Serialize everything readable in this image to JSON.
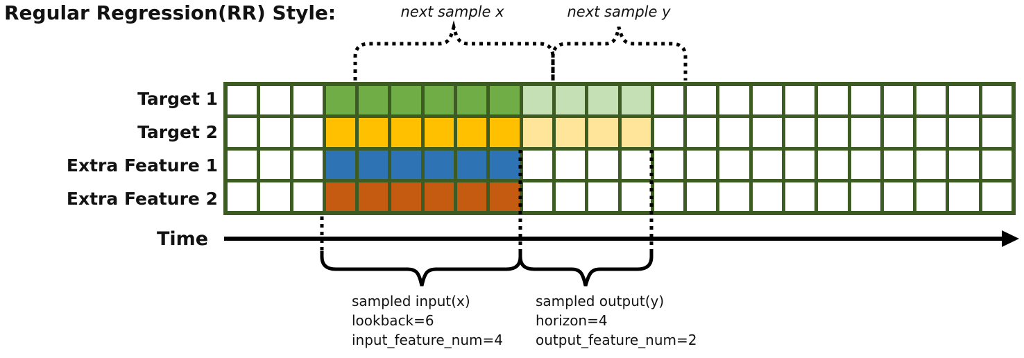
{
  "title": "Regular Regression(RR) Style:",
  "top_annotations": {
    "next_sample_x": "next sample x",
    "next_sample_y": "next sample y"
  },
  "time_axis": {
    "label": "Time"
  },
  "rows": [
    {
      "label": "Target 1",
      "input_fill": "#70ad47",
      "output_fill": "#c5e0b4"
    },
    {
      "label": "Target 2",
      "input_fill": "#ffc000",
      "output_fill": "#ffe599"
    },
    {
      "label": "Extra Feature 1",
      "input_fill": "#2e74b5",
      "output_fill": null
    },
    {
      "label": "Extra Feature 2",
      "input_fill": "#c55a11",
      "output_fill": null
    }
  ],
  "grid": {
    "total_cols": 24,
    "total_rows": 4,
    "input_start_col": 3,
    "lookback": 6,
    "horizon": 4,
    "line_color": "#3d5c24",
    "empty_cell_color": "#ffffff"
  },
  "sample_info": {
    "input": [
      "sampled input(x)",
      "lookback=6",
      "input_feature_num=4"
    ],
    "output": [
      "sampled output(y)",
      "horizon=4",
      "output_feature_num=2"
    ]
  },
  "colors": {
    "annotation_stroke": "#000000"
  }
}
